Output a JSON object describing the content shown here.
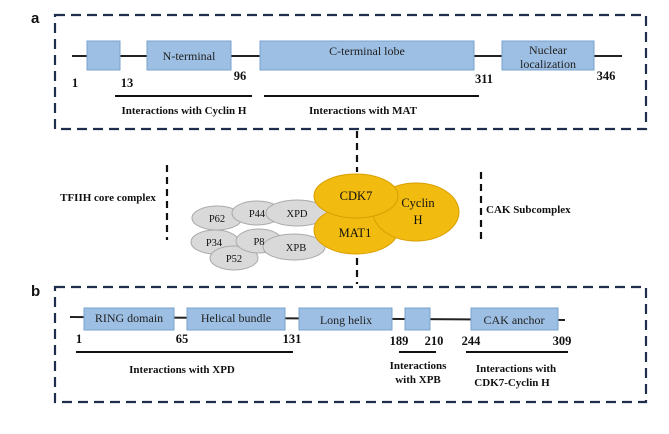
{
  "panel_a": {
    "letter": "a",
    "domains": [
      "N-terminal",
      "C-terminal lobe",
      "Nuclear localization"
    ],
    "numbers": [
      "1",
      "13",
      "96",
      "311",
      "346"
    ],
    "interactions": [
      "Interactions with Cyclin H",
      "Interactions with MAT"
    ]
  },
  "panel_b": {
    "letter": "b",
    "domains": [
      "RING domain",
      "Helical bundle",
      "Long helix",
      "CAK anchor"
    ],
    "numbers": [
      "1",
      "65",
      "131",
      "189",
      "210",
      "244",
      "309"
    ],
    "interactions": [
      "Interactions with XPD",
      "Interactions",
      "with XPB",
      "Interactions with",
      "CDK7-Cyclin H"
    ]
  },
  "complex": {
    "left_label": "TFIIH core complex",
    "right_label": "CAK Subcomplex",
    "core_proteins": [
      "P62",
      "P44",
      "XPD",
      "P34",
      "P8",
      "XPB",
      "P52"
    ],
    "cak_proteins": [
      "CDK7",
      "Cyclin",
      "H",
      "MAT1"
    ]
  },
  "colors": {
    "domain_fill": "#9dbfe3",
    "domain_stroke": "#7aa3cf",
    "core_fill": "#d9d9d9",
    "cak_fill": "#f2bb0f",
    "frame": "#1f2e4d"
  }
}
